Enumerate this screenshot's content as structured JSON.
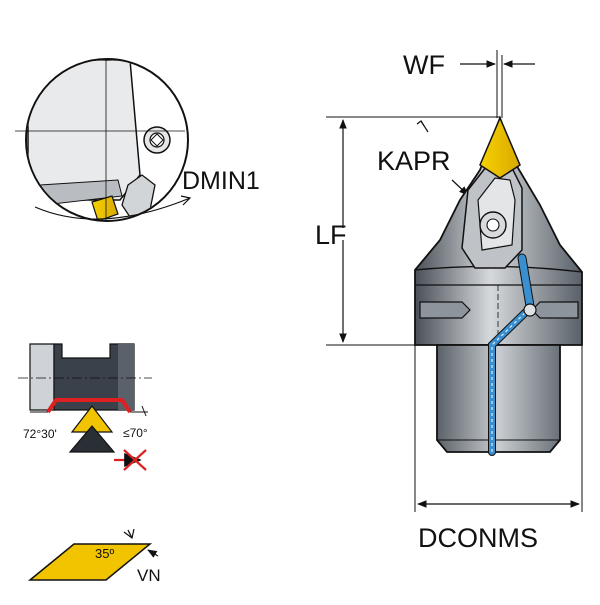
{
  "labels": {
    "wf": "WF",
    "kapr": "KAPR",
    "lf": "LF",
    "dconms": "DCONMS",
    "dmin1": "DMIN1",
    "angle_left": "72°30'",
    "angle_right": "≤70°",
    "insert_angle": "35º",
    "vn": "VN"
  },
  "colors": {
    "insert_yellow": "#f2c400",
    "coolant_blue": "#3a8fd0",
    "body_dark": "#3a4048",
    "body_mid": "#6a737c",
    "body_light": "#c8ccd0",
    "hatch": "#d9dbde",
    "red_accent": "#e02020",
    "line": "#111111"
  }
}
